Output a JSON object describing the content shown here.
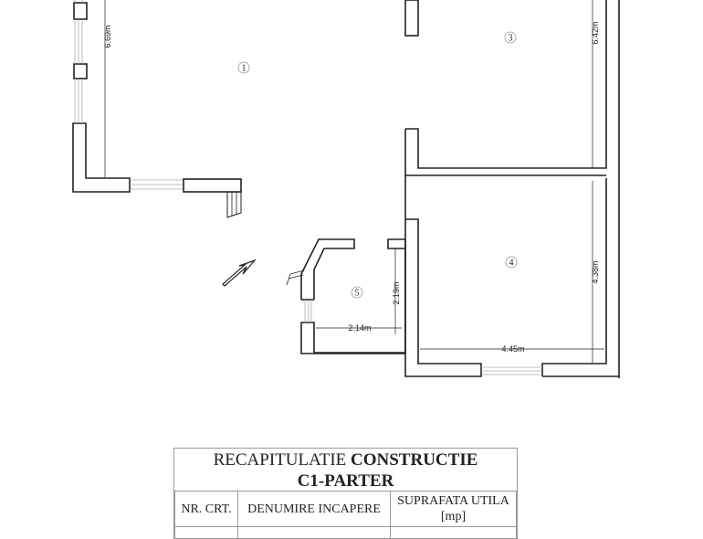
{
  "plan": {
    "rooms": [
      {
        "id": "1",
        "label": "1"
      },
      {
        "id": "3",
        "label": "3"
      },
      {
        "id": "4",
        "label": "4"
      },
      {
        "id": "5",
        "label": "5"
      }
    ],
    "dimensions": {
      "room1_height": "6.69m",
      "room3_height": "6.42m",
      "room4_height": "4.38m",
      "room4_width": "4.45m",
      "room5_height": "2.19m",
      "room5_width": "2.14m"
    },
    "entry_arrow": "entrance-arrow"
  },
  "table": {
    "title_normal": "RECAPITULATIE",
    "title_bold": "CONSTRUCTIE",
    "subtitle": "C1-PARTER",
    "headers": [
      "NR. CRT.",
      "DENUMIRE INCAPERE",
      "SUPRAFATA UTILA [mp]"
    ]
  }
}
